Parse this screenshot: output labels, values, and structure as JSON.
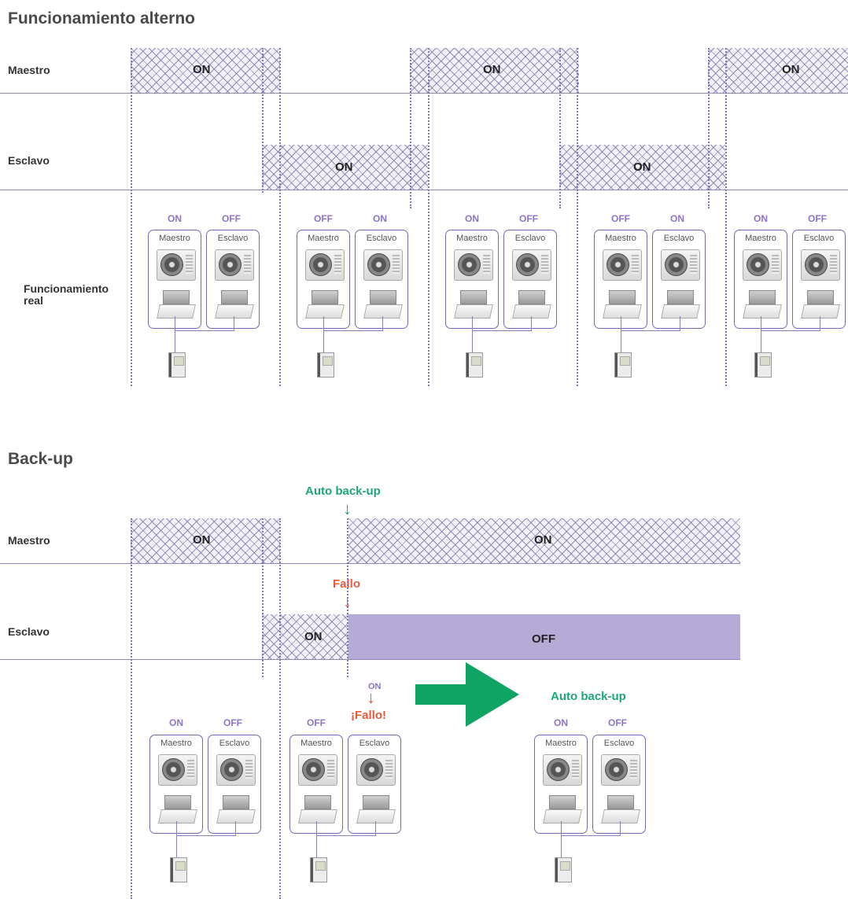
{
  "colors": {
    "accent": "#8e73c4",
    "hatch": "#8274b8",
    "off_bar": "#b5abd6",
    "green": "#1fa67a",
    "red": "#e55a3c"
  },
  "section1": {
    "title": "Funcionamiento alterno",
    "labels": {
      "master": "Maestro",
      "slave": "Esclavo",
      "real": "Funcionamiento real"
    },
    "bar_label": "ON",
    "groups": [
      {
        "state_a": "ON",
        "state_b": "OFF",
        "unit_a": "Maestro",
        "unit_b": "Esclavo"
      },
      {
        "state_a": "OFF",
        "state_b": "ON",
        "unit_a": "Maestro",
        "unit_b": "Esclavo"
      },
      {
        "state_a": "ON",
        "state_b": "OFF",
        "unit_a": "Maestro",
        "unit_b": "Esclavo"
      },
      {
        "state_a": "OFF",
        "state_b": "ON",
        "unit_a": "Maestro",
        "unit_b": "Esclavo"
      },
      {
        "state_a": "ON",
        "state_b": "OFF",
        "unit_a": "Maestro",
        "unit_b": "Esclavo"
      }
    ]
  },
  "section2": {
    "title": "Back-up",
    "labels": {
      "master": "Maestro",
      "slave": "Esclavo"
    },
    "on_label": "ON",
    "off_label": "OFF",
    "auto_backup": "Auto back-up",
    "fallo": "Fallo",
    "fallo_excl": "¡Fallo!",
    "on_small": "ON",
    "groups": [
      {
        "state_a": "ON",
        "state_b": "OFF",
        "unit_a": "Maestro",
        "unit_b": "Esclavo"
      },
      {
        "state_a": "OFF",
        "state_b": "",
        "unit_a": "Maestro",
        "unit_b": "Esclavo"
      },
      {
        "state_a": "ON",
        "state_b": "OFF",
        "unit_a": "Maestro",
        "unit_b": "Esclavo"
      }
    ],
    "result_title": "Auto back-up"
  }
}
